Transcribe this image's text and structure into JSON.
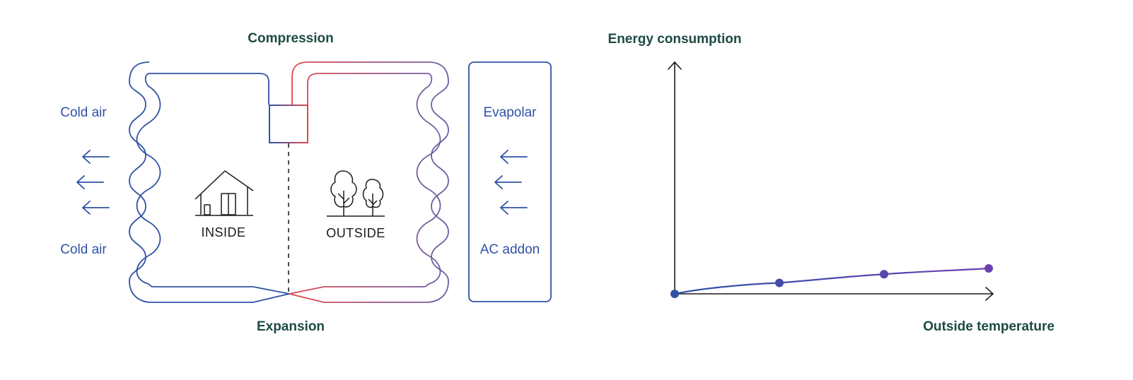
{
  "diagram": {
    "top_label": "Compression",
    "bottom_label": "Expansion",
    "left_top_label": "Cold air",
    "left_bottom_label": "Cold air",
    "inside_label": "INSIDE",
    "outside_label": "OUTSIDE",
    "unit_label_top": "Evapolar",
    "unit_label_bottom": "AC addon",
    "icons": [
      "house-icon",
      "trees-icon",
      "arrow-left-icon"
    ],
    "colors": {
      "cold": "#2f52a4",
      "hot": "#e0474c",
      "dark": "#1d4a44",
      "ink": "#1a1a1a"
    }
  },
  "chart_data": {
    "type": "line",
    "title": "",
    "ylabel": "Energy consumption",
    "xlabel": "Outside temperature",
    "x_ticks": [],
    "y_ticks": [],
    "grid": false,
    "series": [
      {
        "x": [
          0,
          1,
          2,
          3
        ],
        "y": [
          0,
          0.43,
          0.77,
          1.0
        ],
        "color_start": "#2f52a4",
        "color_end": "#6a3fb0"
      }
    ]
  }
}
